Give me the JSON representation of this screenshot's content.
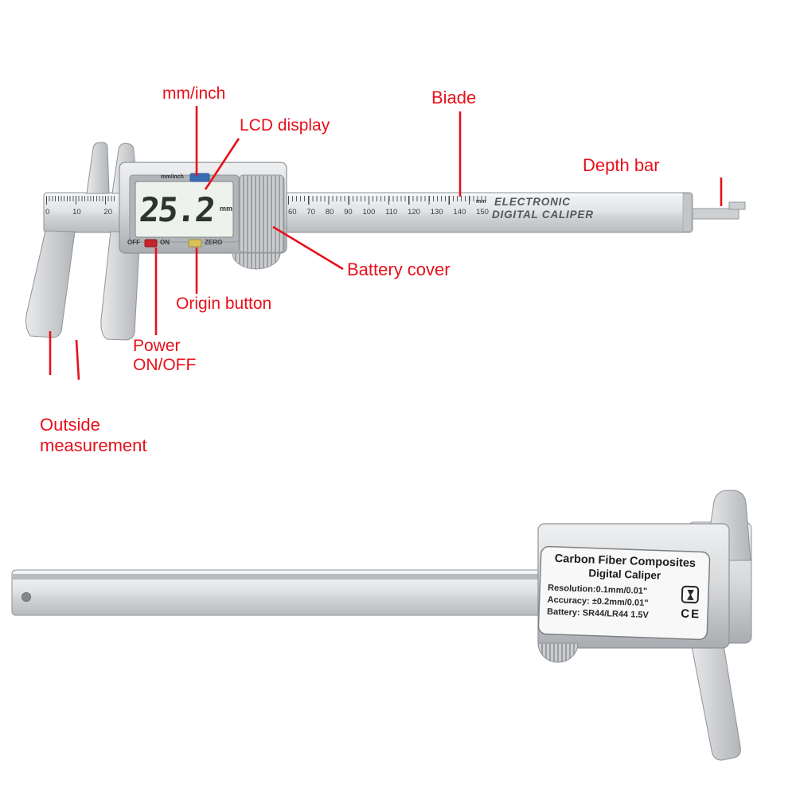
{
  "colors": {
    "annotation_red": "#e8101b",
    "mm_inch_button_blue": "#3a6cb4",
    "on_button_red": "#c6242b",
    "zero_button_yellow": "#d9c05a",
    "lcd_screen": "#edf3ec",
    "body_silver": "#d6d8da"
  },
  "annotations": {
    "mm_inch": "mm/inch",
    "lcd_display": "LCD display",
    "blade": "Biade",
    "depth_bar": "Depth bar",
    "battery_cover": "Battery cover",
    "origin_button": "Origin button",
    "power_line1": "Power",
    "power_line2": "ON/OFF",
    "outside_line1": "Outside",
    "outside_line2": "measurement"
  },
  "caliper_front": {
    "mm_inch_printed": "mm/inch",
    "lcd_value": "25.2",
    "lcd_unit": "mm",
    "off_label": "OFF",
    "on_label": "ON",
    "zero_label": "ZERO",
    "brand_line1": "ELECTRONIC",
    "brand_line2": "DIGITAL CALIPER",
    "scale_left_numbers": [
      "0",
      "10",
      "20"
    ],
    "scale_right_numbers": [
      "60",
      "70",
      "80",
      "90",
      "100",
      "110",
      "120",
      "130",
      "140",
      "150"
    ],
    "scale_unit": "mm"
  },
  "caliper_back": {
    "label_title1": "Carbon Fiber Composites",
    "label_title2": "Digital Caliper",
    "spec_resolution": "Resolution:0.1mm/0.01\"",
    "spec_accuracy": "Accuracy: ±0.2mm/0.01\"",
    "spec_battery": "Battery: SR44/LR44 1.5V",
    "ce_mark": "CE"
  }
}
